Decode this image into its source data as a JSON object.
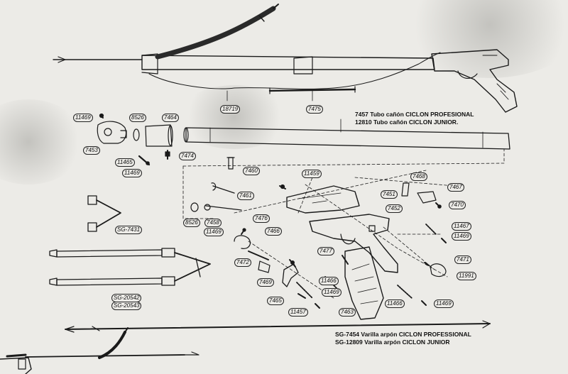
{
  "part_numbers": {
    "p18719": "18719",
    "p7475": "7475",
    "p11469_a": "11469",
    "p8526_a": "8526",
    "p7464": "7464",
    "p7453": "7453",
    "p11465_a": "11465",
    "p11469_b": "11469",
    "p7474": "7474",
    "p7460": "7460",
    "p11459": "11459",
    "p7468": "7468",
    "p7467": "7467",
    "p7461": "7461",
    "p7451": "7451",
    "p7470": "7470",
    "p7452": "7452",
    "p8526_b": "8526",
    "p7458": "7458",
    "p7476": "7476",
    "p11469_c": "11469",
    "p7466": "7466",
    "p11467": "11467",
    "p11469_d": "11469",
    "p7477": "7477",
    "p7471": "7471",
    "p7472": "7472",
    "p11991": "11991",
    "p7469": "7469",
    "p11466_a": "11466",
    "p11469_e": "11469",
    "p7465": "7465",
    "p11466_b": "11466",
    "p11469_f": "11469",
    "p11457": "11457",
    "p7463": "7463",
    "sg7431": "SG-7431",
    "sg20542": "SG-20542",
    "sg20543": "SG-20543"
  },
  "captions": {
    "tube_pro": "7457  Tubo cañón CICLON PROFESIONAL",
    "tube_junior": "12810  Tubo cañón CICLON JUNIOR.",
    "rod_pro": "SG-7454 Varilla arpón CICLON PROFESSIONAL",
    "rod_junior": "SG-12809 Varilla arpón CICLON JUNIOR"
  }
}
